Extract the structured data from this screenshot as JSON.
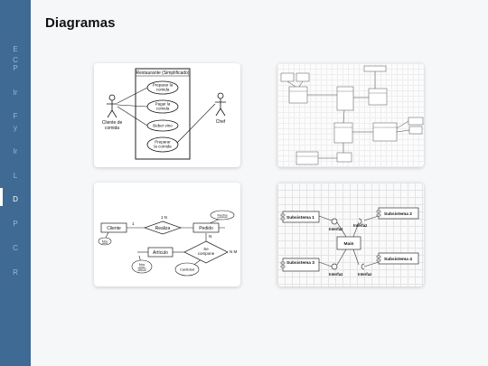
{
  "page": {
    "title": "Diagramas"
  },
  "sidebar": {
    "items": [
      {
        "label": "E",
        "active": false
      },
      {
        "label": "C",
        "active": false
      },
      {
        "label": "P",
        "active": false
      },
      {
        "label": "Ir",
        "active": false
      },
      {
        "label": "F",
        "active": false
      },
      {
        "label": "y",
        "active": false
      },
      {
        "label": "Ir",
        "active": false
      },
      {
        "label": "L",
        "active": false
      },
      {
        "label": "D",
        "active": true
      },
      {
        "label": "P",
        "active": false
      },
      {
        "label": "C",
        "active": false
      },
      {
        "label": "R",
        "active": false
      }
    ]
  },
  "diagrams": {
    "use_case": {
      "system_title": "Restaurante (Simplificado)",
      "actor_client": "Cliente de comida",
      "actor_chef": "Chef",
      "uc1": [
        "Preparar la",
        "comida"
      ],
      "uc2": [
        "Pagar la",
        "comida"
      ],
      "uc3": "Beber vino",
      "uc4": [
        "Preparar",
        "la comida"
      ]
    },
    "er": {
      "cliente": "Cliente",
      "realiza": "Realiza",
      "pedido": "Pedido",
      "articulo": "Artículo",
      "se_compone": [
        "Se",
        "compone"
      ],
      "fecha": "Fecha",
      "nro": "Nro",
      "nro_serie": [
        "Nro",
        "Serie"
      ],
      "cantidad": "Cantidad",
      "card_1n": "1 N",
      "card_1": "1",
      "card_n": "N",
      "card_nm": "N M"
    },
    "component": {
      "subsistema_1": "Subsistema 1",
      "subsistema_2": "Subsistema 2",
      "subsistema_3": "Subsistema 3",
      "subsistema_4": "Subsistema 4",
      "main": "Main",
      "interfaz": "Interfaz"
    }
  },
  "colors": {
    "sidebar": "#3e6a94",
    "accent": "#ffffff"
  }
}
